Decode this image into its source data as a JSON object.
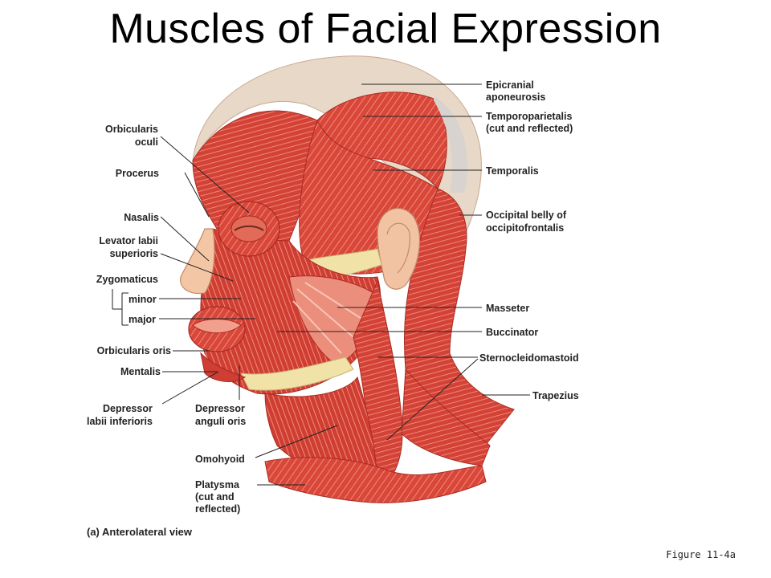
{
  "title": "Muscles of Facial Expression",
  "figure_ref": "Figure 11-4a",
  "view_caption": "(a) Anterolateral view",
  "colors": {
    "muscle": "#d9473a",
    "muscle_light": "#ee8f7c",
    "muscle_dark": "#b02a22",
    "tendon": "#f1e3a8",
    "fascia": "#d8d3cf",
    "skin": "#f3c6a6",
    "text": "#222222"
  },
  "labels_left": {
    "orbicularis_oculi": [
      "Orbicularis",
      "oculi"
    ],
    "procerus": "Procerus",
    "nasalis": "Nasalis",
    "levator_labii": [
      "Levator labii",
      "superioris"
    ],
    "zygomaticus": "Zygomaticus",
    "zyg_minor": "minor",
    "zyg_major": "major",
    "orbicularis_oris": "Orbicularis oris",
    "mentalis": "Mentalis",
    "depressor_labii": [
      "Depressor",
      "labii inferioris"
    ],
    "depressor_anguli": [
      "Depressor",
      "anguli oris"
    ],
    "omohyoid": "Omohyoid",
    "platysma": [
      "Platysma",
      "(cut and",
      "reflected)"
    ]
  },
  "labels_right": {
    "epicranial": [
      "Epicranial",
      "aponeurosis"
    ],
    "temporoparietalis": [
      "Temporoparietalis",
      "(cut and reflected)"
    ],
    "temporalis": "Temporalis",
    "occipital": [
      "Occipital belly of",
      "occipitofrontalis"
    ],
    "masseter": "Masseter",
    "buccinator": "Buccinator",
    "sternocleidomastoid": "Sternocleidomastoid",
    "trapezius": "Trapezius"
  }
}
